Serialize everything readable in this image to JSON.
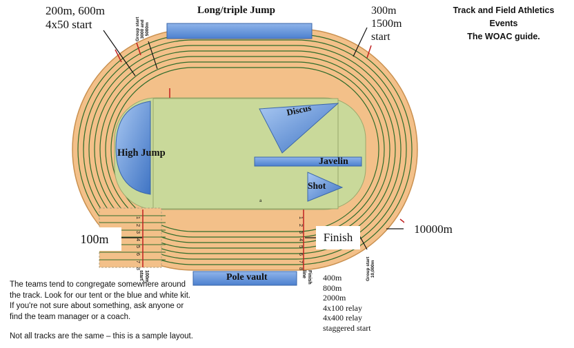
{
  "guide": {
    "title": "Track and Field Athletics\nEvents\nThe WOAC guide."
  },
  "labels": {
    "start_200_600": "200m, 600m\n4x50 start",
    "start_300_1500": "300m\n1500m\nstart",
    "group_start_3000_5000": "Group start\n3000 and\n5000m",
    "group_start_10000": "Group start\n10,000m",
    "label_100m": "100m",
    "label_finish": "Finish",
    "label_10000m": "10000m",
    "start_100m_vertical": "100m\nstart",
    "finish_line_vertical": "Finish\nline",
    "field_mark": "a"
  },
  "events": {
    "long_triple_jump": "Long/triple Jump",
    "discus": "Discus",
    "high_jump": "High Jump",
    "javelin": "Javelin",
    "shot": "Shot",
    "pole_vault": "Pole vault"
  },
  "lane_numbers_start": [
    "1",
    "2",
    "3",
    "4",
    "5",
    "6",
    "7",
    "8"
  ],
  "lane_numbers_finish": [
    "1",
    "2",
    "3",
    "4",
    "5",
    "6",
    "7",
    "8"
  ],
  "finish_events": [
    "400m",
    "800m",
    "2000m",
    "4x100 relay",
    "4x400 relay",
    "staggered start"
  ],
  "notes": {
    "congregate": "The teams tend to congregate somewhere around\nthe track. Look for our tent or the blue and white kit.\nIf you're not sure about something, ask anyone or\nfind the team manager or a coach.",
    "disclaimer": "Not all tracks are the same – this is a sample layout."
  },
  "colors": {
    "track": "#f3c089",
    "lane_line": "#2f6b2a",
    "infield": "#c9d99a",
    "event_blue": "#5b8fd6",
    "marker_red": "#c02020"
  }
}
